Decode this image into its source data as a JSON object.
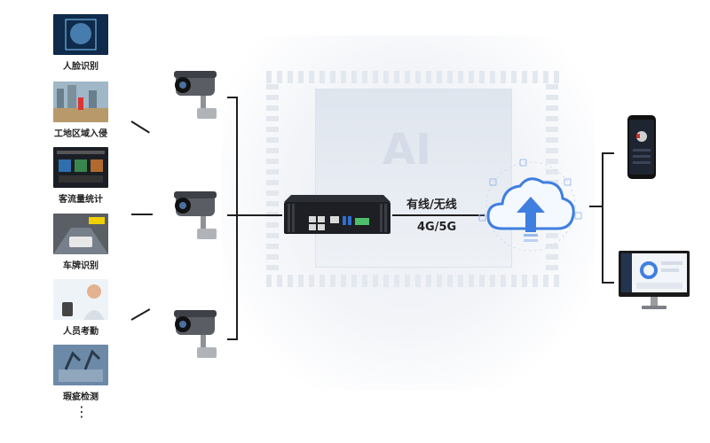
{
  "left_items": [
    {
      "label": "人脸识别",
      "icon": "face-recognition-thumbnail"
    },
    {
      "label": "工地区域入侵",
      "icon": "construction-site-thumbnail"
    },
    {
      "label": "客流量统计",
      "icon": "passenger-flow-thumbnail"
    },
    {
      "label": "车牌识别",
      "icon": "license-plate-thumbnail"
    },
    {
      "label": "人员考勤",
      "icon": "attendance-thumbnail"
    },
    {
      "label": "瑕疵检测",
      "icon": "defect-detection-thumbnail"
    }
  ],
  "more_glyph": "⋮",
  "connection": {
    "wired_wireless": "有线/无线",
    "network": "4G/5G"
  },
  "colors": {
    "line": "#1f1f1f",
    "cloud": "#3f7fe0",
    "router": "#1d1f24",
    "accent_green": "#4cbf6b"
  }
}
